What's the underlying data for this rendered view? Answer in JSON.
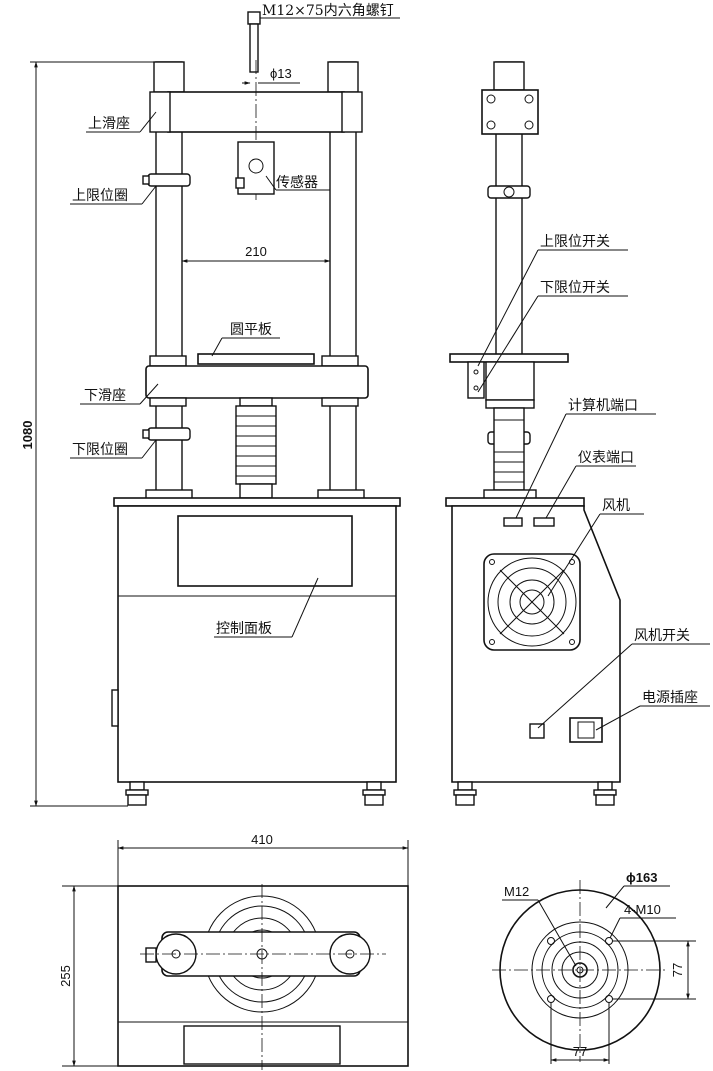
{
  "callouts": {
    "screw": "M12×75内六角螺钉",
    "upper_slide": "上滑座",
    "sensor": "传感器",
    "upper_limit_ring": "上限位圈",
    "round_plate": "圆平板",
    "lower_slide": "下滑座",
    "lower_limit_ring": "下限位圈",
    "control_panel": "控制面板",
    "upper_limit_switch": "上限位开关",
    "lower_limit_switch": "下限位开关",
    "computer_port": "计算机端口",
    "meter_port": "仪表端口",
    "fan": "风机",
    "fan_switch": "风机开关",
    "power_socket": "电源插座"
  },
  "dimensions": {
    "screw_dia": "ϕ13",
    "column_spacing": "210",
    "total_height": "1080",
    "base_width": "410",
    "base_depth": "255",
    "plate_dia": "ϕ163",
    "center_thread": "M12",
    "holes": "4-M10",
    "hole_spacing_v": "77",
    "hole_spacing_h": "77"
  }
}
